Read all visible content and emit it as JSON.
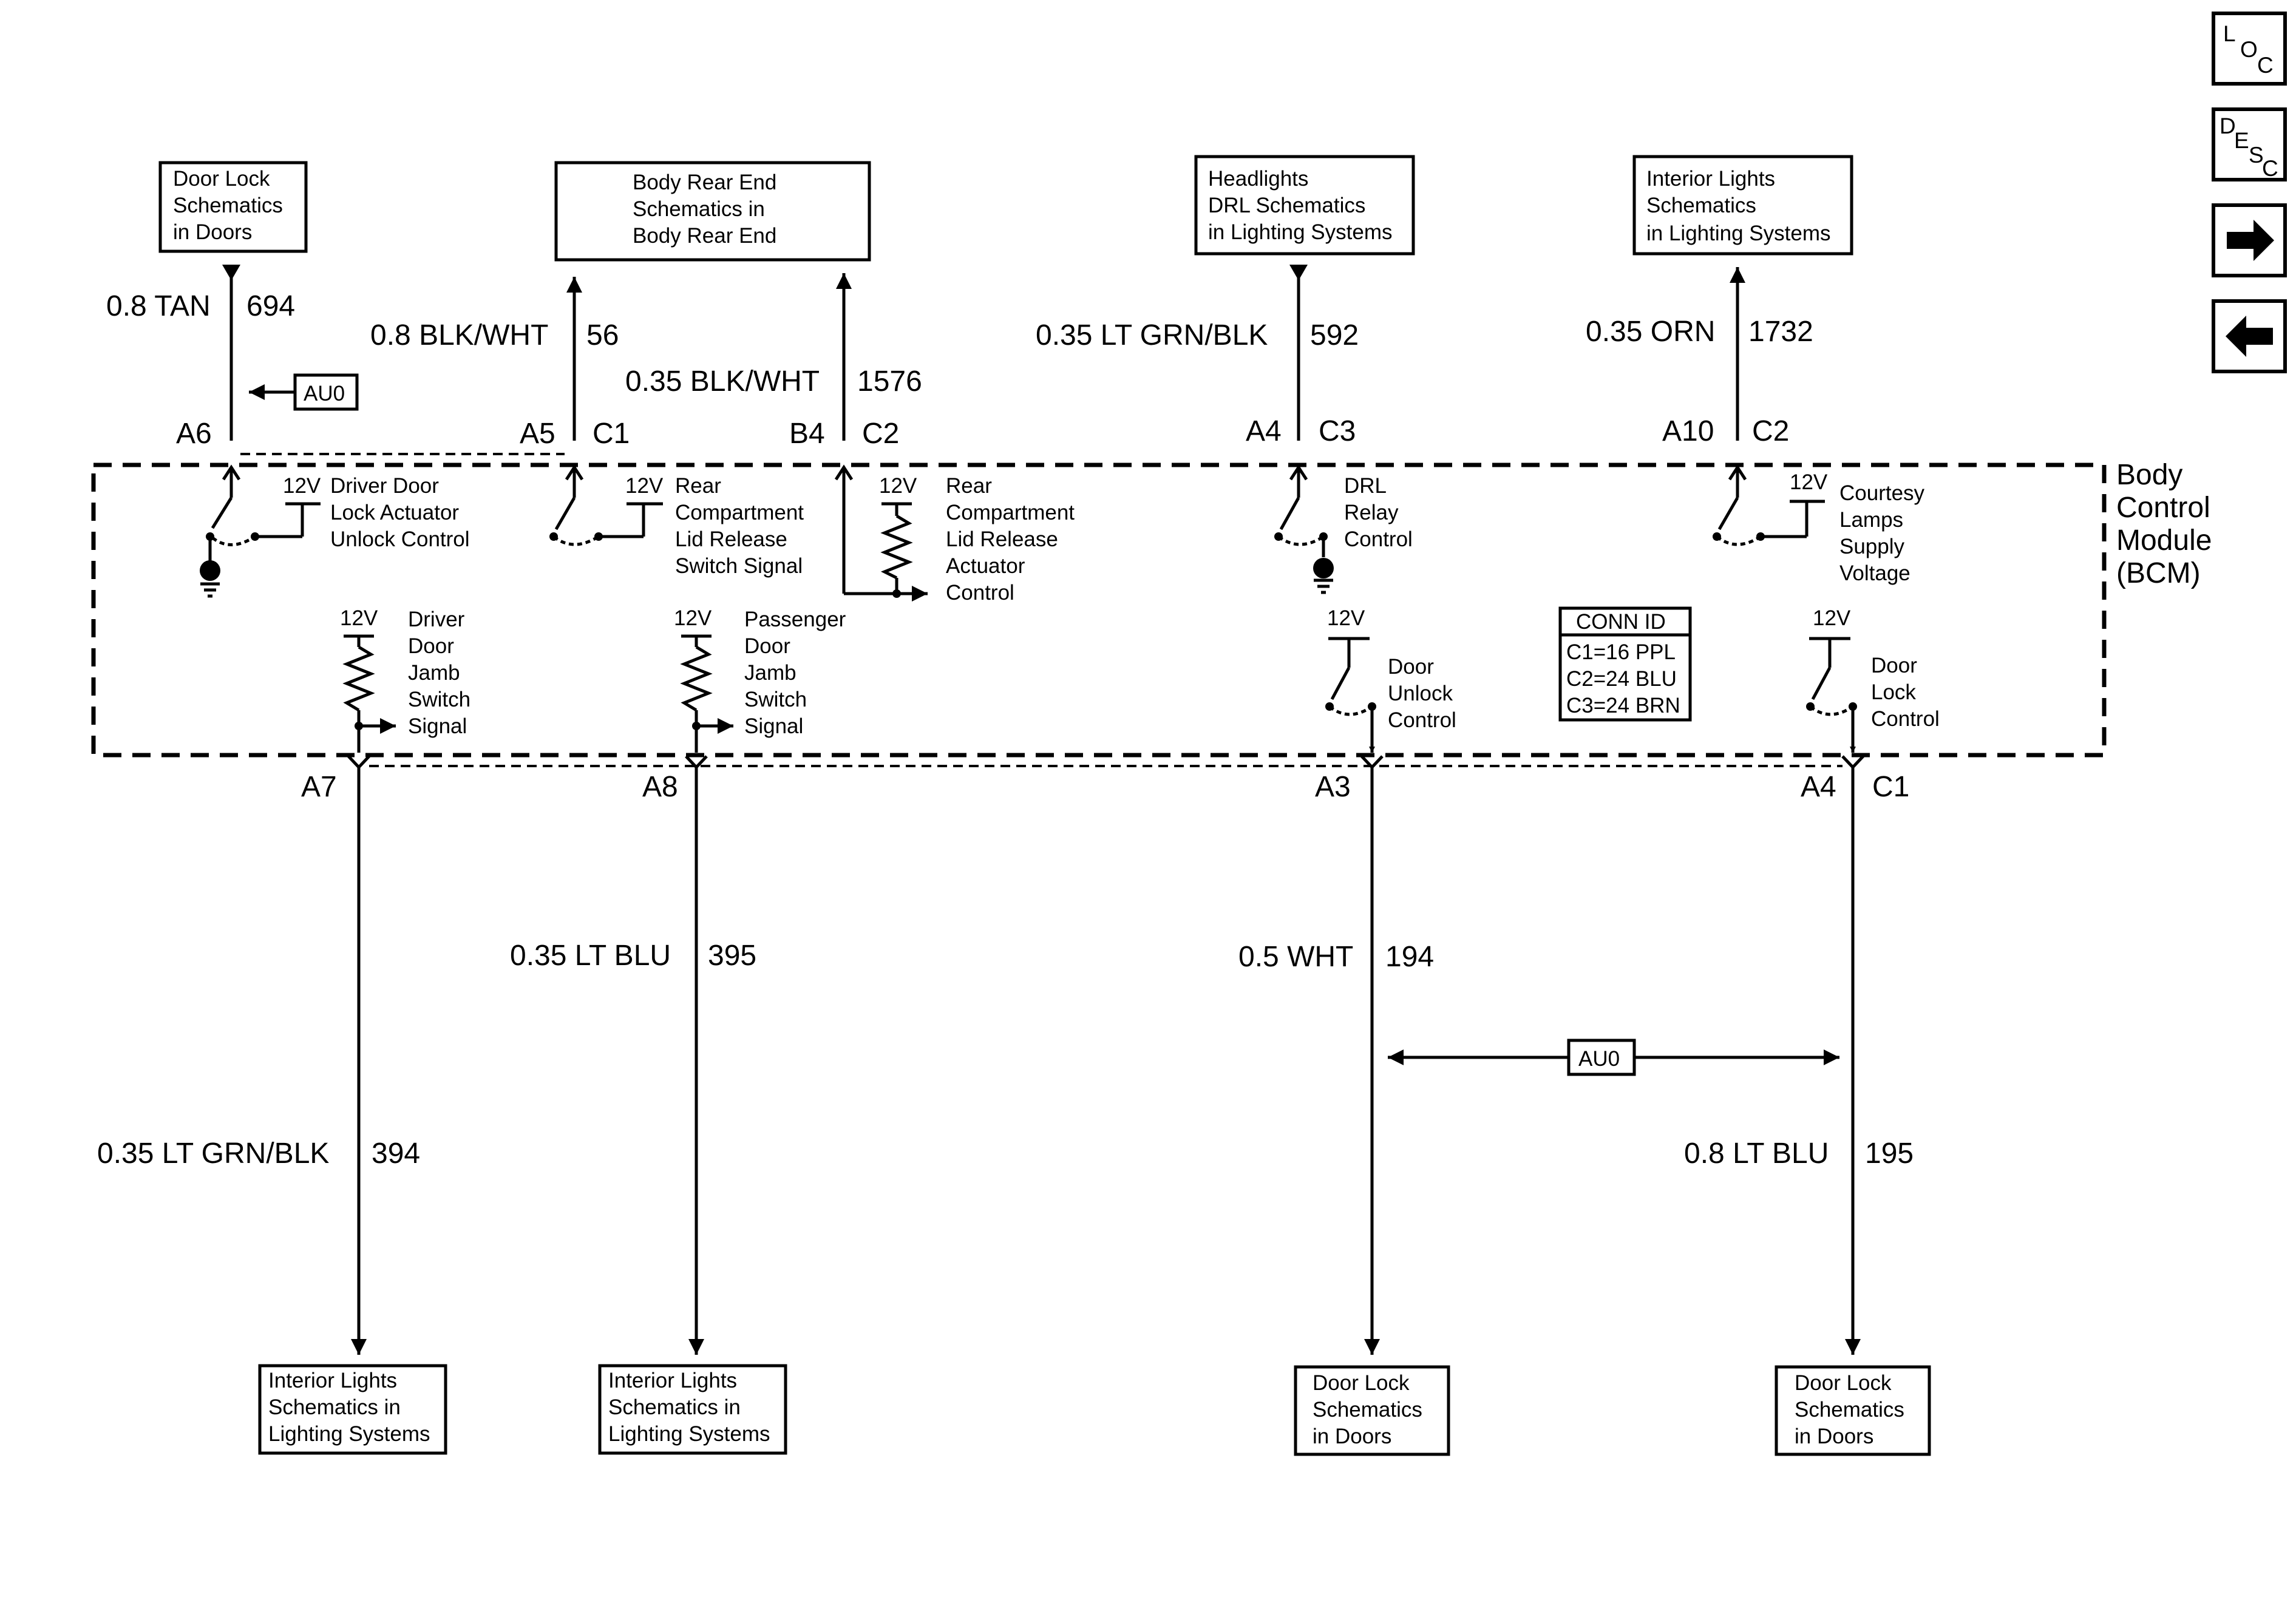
{
  "nav_buttons": {
    "loc": {
      "l1": "L",
      "l2": "O",
      "l3": "C"
    },
    "desc": {
      "l1": "D",
      "l2": "E",
      "l3": "S",
      "l4": "C"
    },
    "forward_icon": "arrow-right-icon",
    "back_icon": "arrow-left-icon"
  },
  "top_refs": [
    {
      "lines": [
        "Door Lock",
        "Schematics",
        "in Doors"
      ]
    },
    {
      "lines": [
        "Body Rear End",
        "Schematics in",
        "Body Rear End"
      ]
    },
    {
      "lines": [
        "Headlights",
        "DRL Schematics",
        "in Lighting Systems"
      ]
    },
    {
      "lines": [
        "Interior Lights",
        "Schematics",
        "in Lighting Systems"
      ]
    }
  ],
  "bottom_refs": [
    {
      "lines": [
        "Interior Lights",
        "Schematics in",
        "Lighting Systems"
      ]
    },
    {
      "lines": [
        "Interior Lights",
        "Schematics in",
        "Lighting Systems"
      ]
    },
    {
      "lines": [
        "Door Lock",
        "Schematics",
        "in Doors"
      ]
    },
    {
      "lines": [
        "Door Lock",
        "Schematics",
        "in Doors"
      ]
    }
  ],
  "wires": {
    "w694": {
      "color": "0.8 TAN",
      "circuit": "694"
    },
    "w56": {
      "color": "0.8 BLK/WHT",
      "circuit": "56"
    },
    "w1576": {
      "color": "0.35 BLK/WHT",
      "circuit": "1576"
    },
    "w592": {
      "color": "0.35 LT GRN/BLK",
      "circuit": "592"
    },
    "w1732": {
      "color": "0.35 ORN",
      "circuit": "1732"
    },
    "w395": {
      "color": "0.35 LT BLU",
      "circuit": "395"
    },
    "w194": {
      "color": "0.5 WHT",
      "circuit": "194"
    },
    "w394": {
      "color": "0.35 LT GRN/BLK",
      "circuit": "394"
    },
    "w195": {
      "color": "0.8 LT BLU",
      "circuit": "195"
    }
  },
  "pins": {
    "a6": "A6",
    "a5": "A5",
    "c1": "C1",
    "b4": "B4",
    "c2": "C2",
    "a4": "A4",
    "c3": "C3",
    "a10": "A10",
    "a7": "A7",
    "a8": "A8",
    "a3": "A3"
  },
  "option_tag": "AU0",
  "module": {
    "lines": [
      "Body",
      "Control",
      "Module",
      "(BCM)"
    ]
  },
  "supply": "12V",
  "functions": {
    "driver_unlock": [
      "Driver Door",
      "Lock Actuator",
      "Unlock Control"
    ],
    "rear_switch": [
      "Rear",
      "Compartment",
      "Lid Release",
      "Switch Signal"
    ],
    "rear_actuator": [
      "Rear",
      "Compartment",
      "Lid Release",
      "Actuator",
      "Control"
    ],
    "drl": [
      "DRL",
      "Relay",
      "Control"
    ],
    "courtesy": [
      "Courtesy",
      "Lamps",
      "Supply",
      "Voltage"
    ],
    "driver_jamb": [
      "Driver",
      "Door",
      "Jamb",
      "Switch",
      "Signal"
    ],
    "passenger_jamb": [
      "Passenger",
      "Door",
      "Jamb",
      "Switch",
      "Signal"
    ],
    "door_unlock": [
      "Door",
      "Unlock",
      "Control"
    ],
    "door_lock": [
      "Door",
      "Lock",
      "Control"
    ]
  },
  "conn_id": {
    "title": "CONN ID",
    "rows": [
      "C1=16 PPL",
      "C2=24 BLU",
      "C3=24 BRN"
    ]
  }
}
